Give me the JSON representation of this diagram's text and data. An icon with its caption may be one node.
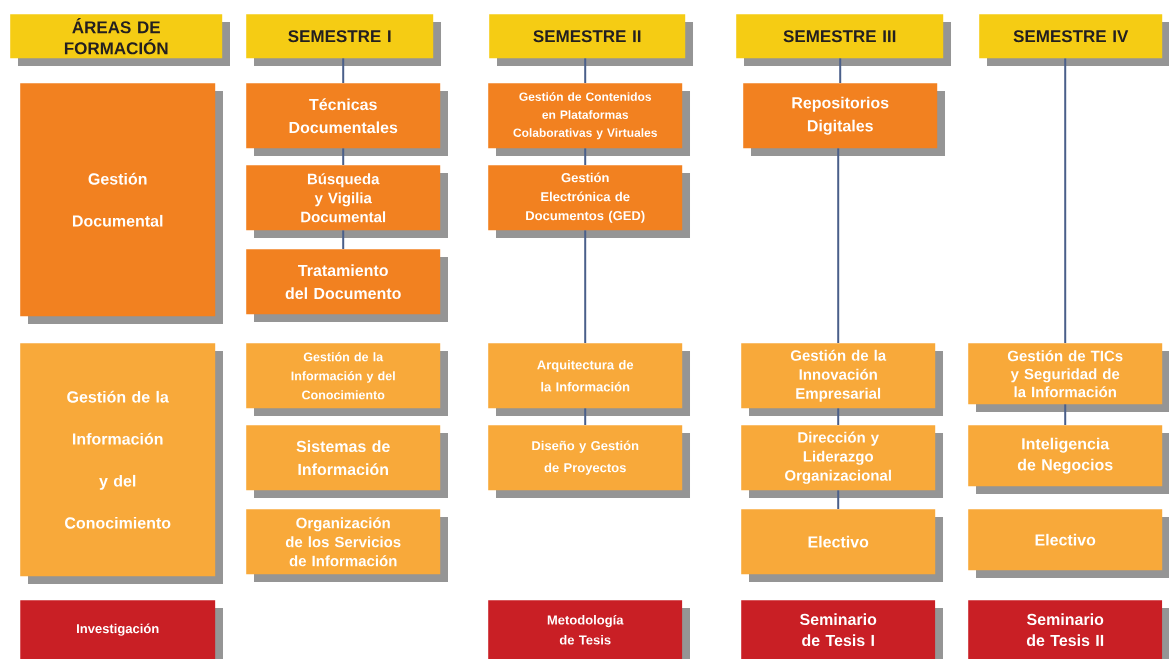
{
  "diagram": {
    "nodes": [
      {
        "text": [
          "ÁREAS DE FORMACIÓN"
        ]
      },
      {
        "text": [
          "SEMESTRE I"
        ]
      },
      {
        "text": [
          "SEMESTRE II"
        ]
      },
      {
        "text": [
          "SEMESTRE III"
        ]
      },
      {
        "text": [
          "SEMESTRE IV"
        ]
      },
      {
        "text": [
          "Gestión Documental"
        ]
      },
      {
        "text": [
          "Gestión de la Información y del Conocimiento"
        ]
      },
      {
        "text": [
          "Investigación"
        ]
      },
      {
        "text": [
          "Técnicas Documentales"
        ]
      },
      {
        "text": [
          "Búsqueda y Vigilia Documental"
        ]
      },
      {
        "text": [
          "Tratamiento del Documento"
        ]
      },
      {
        "text": [
          "Gestión de la Información y del Conocimiento"
        ]
      },
      {
        "text": [
          "Sistemas de Información"
        ]
      },
      {
        "text": [
          "Organización de los Servicios de Información"
        ]
      },
      {
        "text": [
          "Gestión de Contenidos en Plataformas Colaborativas y Virtuales"
        ]
      },
      {
        "text": [
          "Gestión Electrónica de Documentos (GED)"
        ]
      },
      {
        "text": [
          "Arquitectura de la Información"
        ]
      },
      {
        "text": [
          "Diseño y Gestión de Proyectos"
        ]
      },
      {
        "text": [
          "Metodología de Tesis"
        ]
      },
      {
        "text": [
          "Repositorios Digitales"
        ]
      },
      {
        "text": [
          "Gestión de la Innovación Empresarial"
        ]
      },
      {
        "text": [
          "Dirección y Liderazgo Organizacional"
        ]
      },
      {
        "text": [
          "Electivo"
        ]
      },
      {
        "text": [
          "Seminario de Tesis I"
        ]
      },
      {
        "text": [
          "Gestión de TICs y Seguridad de la Información"
        ]
      },
      {
        "text": [
          "Inteligencia de Negocios"
        ]
      },
      {
        "text": [
          "Electivo"
        ]
      },
      {
        "text": [
          "Seminario de Tesis II"
        ]
      }
    ],
    "edges": [
      {
        "from": 1,
        "to": 8,
        "arrow": "none"
      },
      {
        "from": 8,
        "to": 9,
        "arrow": "none"
      },
      {
        "from": 9,
        "to": 10,
        "arrow": "none"
      },
      {
        "from": 2,
        "to": 14,
        "arrow": "none"
      },
      {
        "from": 14,
        "to": 15,
        "arrow": "none"
      },
      {
        "from": 15,
        "to": 16,
        "arrow": "none"
      },
      {
        "from": 16,
        "to": 17,
        "arrow": "none"
      },
      {
        "from": 3,
        "to": 19,
        "arrow": "none"
      },
      {
        "from": 19,
        "to": 20,
        "arrow": "none"
      },
      {
        "from": 20,
        "to": 21,
        "arrow": "none"
      },
      {
        "from": 21,
        "to": 22,
        "arrow": "none"
      },
      {
        "from": 4,
        "to": 24,
        "arrow": "none"
      },
      {
        "from": 24,
        "to": 25,
        "arrow": "none"
      }
    ]
  }
}
